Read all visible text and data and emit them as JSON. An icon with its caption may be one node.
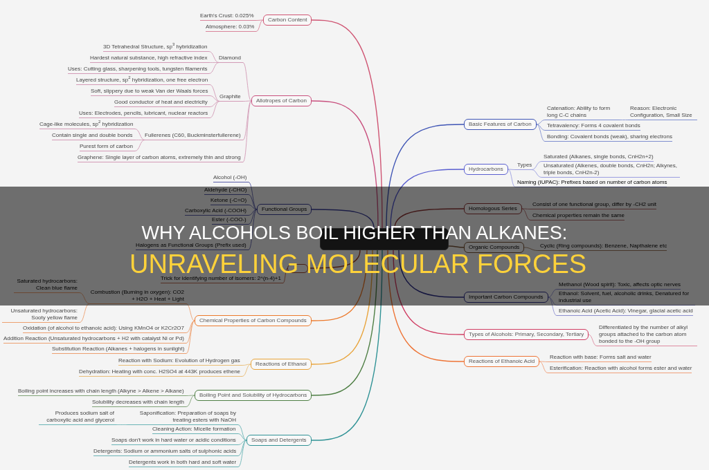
{
  "diagram": {
    "title": "WHY ALCOHOLS BOIL HIGHER THAN ALKANES:",
    "nodes": [
      {
        "text": [],
        "shape": "box"
      },
      {
        "text": [
          "Carbon Content"
        ]
      },
      {
        "text": [
          "Earth's Crust: 0.025%"
        ]
      },
      {
        "text": [
          "Atmosphere: 0.03%"
        ]
      },
      {
        "text": [
          "Allotropes of Carbon"
        ]
      },
      {
        "text": [
          "Diamond"
        ]
      },
      {
        "text": [
          "3D Tetrahedral Structure, sp$^{3}$ hybridization"
        ]
      },
      {
        "text": [
          "Hardest natural substance, high refractive index"
        ]
      },
      {
        "text": [
          "Uses: Cutting glass, sharpening tools, tungsten filaments"
        ]
      },
      {
        "text": [
          "Graphite"
        ]
      },
      {
        "text": [
          "Layered structure, sp$^{2}$ hybridization, one free electron"
        ]
      },
      {
        "text": [
          "Soft, slippery due to weak Van der Waals forces"
        ]
      },
      {
        "text": [
          "Good conductor of heat and electricity"
        ]
      },
      {
        "text": [
          "Uses: Electrodes, pencils, lubricant, nuclear reactors"
        ]
      },
      {
        "text": [
          "Fullerenes (C60, Buckminsterfullerene)"
        ]
      },
      {
        "text": [
          "Cage-like molecules, sp$^{2}$ hybridization"
        ]
      },
      {
        "text": [
          "Contain single and double bonds"
        ]
      },
      {
        "text": [
          "Purest form of carbon"
        ]
      },
      {
        "text": [
          "Graphene: Single layer of carbon atoms, extremely thin and strong"
        ]
      },
      {
        "text": [
          "Functional Groups"
        ]
      },
      {
        "text": [
          "Alcohol (-OH)"
        ]
      },
      {
        "text": [
          "Aldehyde (-CHO)"
        ]
      },
      {
        "text": [
          "Ketone (-C=O)"
        ]
      },
      {
        "text": [
          "Carboxylic Acid (-COOH)"
        ]
      },
      {
        "text": [
          "Ester (-COO-)"
        ]
      },
      {
        "text": [
          "Halogens as Functional Groups (Prefix used)"
        ]
      },
      {
        "text": [],
        "shape": "box"
      },
      {
        "text": [
          "Trick for identifying number of isomers: 2^(n-4)+1"
        ]
      },
      {
        "text": [
          "Chemical Properties of Carbon Compounds"
        ]
      },
      {
        "text": [
          "Combustion (Burning in oxygen): CO2 + H2O + Heat + Light"
        ]
      },
      {
        "text": [
          "Saturated hydrocarbons: Clean blue flame"
        ]
      },
      {
        "text": [
          "Unsaturated hydrocarbons: Sooty yellow flame"
        ]
      },
      {
        "text": [
          "Oxidation (of alcohol to ethanoic acid): Using KMnO4 or K2Cr2O7"
        ]
      },
      {
        "text": [
          "Addition Reaction (Unsaturated hydrocarbons + H2 with catalyst Ni or Pd)"
        ]
      },
      {
        "text": [
          "Substitution Reaction (Alkanes + halogens in sunlight)"
        ]
      },
      {
        "text": [
          "Reactions of Ethanol"
        ]
      },
      {
        "text": [
          "Reaction with Sodium: Evolution of Hydrogen gas"
        ]
      },
      {
        "text": [
          "Dehydration: Heating with conc. H2SO4 at 443K produces ethene"
        ]
      },
      {
        "text": [
          "Boiling Point and Solubility of Hydrocarbons"
        ]
      },
      {
        "text": [
          "Boiling point increases with chain length (Alkyne > Alkene > Alkane)"
        ]
      },
      {
        "text": [
          "Solubility decreases with chain length"
        ]
      },
      {
        "text": [
          "Soaps and Detergents"
        ]
      },
      {
        "text": [
          "Saponification: Preparation of soaps by treating esters with NaOH"
        ]
      },
      {
        "text": [
          "Produces sodium salt of carboxylic acid and glycerol"
        ]
      },
      {
        "text": [
          "Cleaning Action: Micelle formation"
        ]
      },
      {
        "text": [
          "Soaps don't work in hard water or acidic conditions"
        ]
      },
      {
        "text": [
          "Detergents: Sodium or ammonium salts of sulphonic acids"
        ]
      },
      {
        "text": [
          "Detergents work in both hard and soft water"
        ]
      },
      {
        "text": [
          "Basic Features of Carbon"
        ]
      },
      {
        "text": [
          "Catenation: Ability to form long C-C chains"
        ]
      },
      {
        "text": [
          "Reason: Electronic Configuration, Small Size"
        ]
      },
      {
        "text": [
          "Tetravalency: Forms 4 covalent bonds"
        ]
      },
      {
        "text": [
          "Bonding: Covalent bonds (weak), sharing electrons"
        ]
      },
      {
        "text": [
          "Hydrocarbons"
        ]
      },
      {
        "text": [
          "Types"
        ]
      },
      {
        "text": [
          "Saturated (Alkanes, single bonds, CnH2n+2)"
        ]
      },
      {
        "text": [
          "Unsaturated (Alkenes, double bonds, CnH2n; Alkynes, triple bonds, CnH2n-2)"
        ]
      },
      {
        "text": [
          "Naming (IUPAC): Prefixes based on number of carbon atoms"
        ]
      },
      {
        "text": [
          "Homologous Series"
        ]
      },
      {
        "text": [
          "Consist of one functional group, differ by -CH2 unit"
        ]
      },
      {
        "text": [
          "Chemical properties remain the same"
        ]
      },
      {
        "text": [
          "Organic Compounds"
        ]
      },
      {
        "text": [
          "Cyclic (Ring compounds): Benzene, Napthalene etc"
        ]
      },
      {
        "text": [
          "Important Carbon Compounds"
        ]
      },
      {
        "text": [
          "Methanol (Wood spirit): Toxic, affects optic nerves"
        ]
      },
      {
        "text": [
          "Ethanol: Solvent, fuel, alcoholic drinks, Denatured for industrial use"
        ]
      },
      {
        "text": [
          "Ethanoic Acid (Acetic Acid): Vinegar, glacial acetic acid"
        ]
      },
      {
        "text": [
          "Types of Alcohols: Primary, Secondary, Tertiary"
        ]
      },
      {
        "text": [
          "Differentiated by the number of alkyl groups attached to the carbon atom bonded to the -OH group"
        ]
      },
      {
        "text": [
          "Reactions of Ethanoic Acid"
        ]
      },
      {
        "text": [
          "Reaction with base: Forms salt and water"
        ]
      },
      {
        "text": [
          "Esterification: Reaction with alcohol forms ester and water"
        ]
      }
    ],
    "edges": [
      {
        "from": 0,
        "to": 1,
        "arrow": "none",
        "color": "#cf5573"
      },
      {
        "from": 1,
        "to": 2,
        "arrow": "none",
        "color": "#d9849a"
      },
      {
        "from": 1,
        "to": 3,
        "arrow": "none",
        "color": "#d9849a"
      },
      {
        "from": 0,
        "to": 4,
        "arrow": "none",
        "color": "#c8507e"
      },
      {
        "from": 4,
        "to": 5,
        "arrow": "none",
        "color": "#d39ab6"
      },
      {
        "from": 5,
        "to": 6,
        "arrow": "none",
        "color": "#d39ab6"
      },
      {
        "from": 5,
        "to": 7,
        "arrow": "none",
        "color": "#d39ab6"
      },
      {
        "from": 5,
        "to": 8,
        "arrow": "none",
        "color": "#d39ab6"
      },
      {
        "from": 4,
        "to": 9,
        "arrow": "none",
        "color": "#d39ab6"
      },
      {
        "from": 9,
        "to": 10,
        "arrow": "none",
        "color": "#d39ab6"
      },
      {
        "from": 9,
        "to": 11,
        "arrow": "none",
        "color": "#d39ab6"
      },
      {
        "from": 9,
        "to": 12,
        "arrow": "none",
        "color": "#d39ab6"
      },
      {
        "from": 9,
        "to": 13,
        "arrow": "none",
        "color": "#d39ab6"
      },
      {
        "from": 4,
        "to": 14,
        "arrow": "none",
        "color": "#d39ab6"
      },
      {
        "from": 14,
        "to": 15,
        "arrow": "none",
        "color": "#d39ab6"
      },
      {
        "from": 14,
        "to": 16,
        "arrow": "none",
        "color": "#d39ab6"
      },
      {
        "from": 14,
        "to": 17,
        "arrow": "none",
        "color": "#d39ab6"
      },
      {
        "from": 4,
        "to": 18,
        "arrow": "none",
        "color": "#d39ab6"
      },
      {
        "from": 0,
        "to": 19,
        "arrow": "none",
        "color": "#3b3f99"
      },
      {
        "from": 19,
        "to": 20,
        "arrow": "none",
        "color": "#5a5ea8"
      },
      {
        "from": 19,
        "to": 21,
        "arrow": "none",
        "color": "#5a5ea8"
      },
      {
        "from": 19,
        "to": 22,
        "arrow": "none",
        "color": "#5a5ea8"
      },
      {
        "from": 19,
        "to": 23,
        "arrow": "none",
        "color": "#5a5ea8"
      },
      {
        "from": 19,
        "to": 24,
        "arrow": "none",
        "color": "#5a5ea8"
      },
      {
        "from": 19,
        "to": 25,
        "arrow": "none",
        "color": "#5a5ea8"
      },
      {
        "from": 0,
        "to": 26,
        "arrow": "none",
        "color": "#a3472e"
      },
      {
        "from": 26,
        "to": 27,
        "arrow": "none",
        "color": "#b8694f"
      },
      {
        "from": 0,
        "to": 28,
        "arrow": "none",
        "color": "#ec7a2c"
      },
      {
        "from": 28,
        "to": 29,
        "arrow": "none",
        "color": "#eda070"
      },
      {
        "from": 29,
        "to": 30,
        "arrow": "none",
        "color": "#eda070"
      },
      {
        "from": 29,
        "to": 31,
        "arrow": "none",
        "color": "#eda070"
      },
      {
        "from": 28,
        "to": 32,
        "arrow": "none",
        "color": "#eda070"
      },
      {
        "from": 28,
        "to": 33,
        "arrow": "none",
        "color": "#eda070"
      },
      {
        "from": 28,
        "to": 34,
        "arrow": "none",
        "color": "#eda070"
      },
      {
        "from": 0,
        "to": 35,
        "arrow": "none",
        "color": "#e8a33a"
      },
      {
        "from": 35,
        "to": 36,
        "arrow": "none",
        "color": "#e9bd76"
      },
      {
        "from": 35,
        "to": 37,
        "arrow": "none",
        "color": "#e9bd76"
      },
      {
        "from": 0,
        "to": 38,
        "arrow": "none",
        "color": "#4f7f45"
      },
      {
        "from": 38,
        "to": 39,
        "arrow": "none",
        "color": "#7fa276"
      },
      {
        "from": 38,
        "to": 40,
        "arrow": "none",
        "color": "#7fa276"
      },
      {
        "from": 0,
        "to": 41,
        "arrow": "none",
        "color": "#2f9295"
      },
      {
        "from": 41,
        "to": 42,
        "arrow": "none",
        "color": "#6ab4b6"
      },
      {
        "from": 42,
        "to": 43,
        "arrow": "none",
        "color": "#6ab4b6"
      },
      {
        "from": 41,
        "to": 44,
        "arrow": "none",
        "color": "#6ab4b6"
      },
      {
        "from": 41,
        "to": 45,
        "arrow": "none",
        "color": "#6ab4b6"
      },
      {
        "from": 41,
        "to": 46,
        "arrow": "none",
        "color": "#6ab4b6"
      },
      {
        "from": 41,
        "to": 47,
        "arrow": "none",
        "color": "#6ab4b6"
      },
      {
        "from": 0,
        "to": 48,
        "arrow": "none",
        "color": "#3f55b5"
      },
      {
        "from": 48,
        "to": 49,
        "arrow": "none",
        "color": "#7f8fcf"
      },
      {
        "from": 49,
        "to": 50,
        "arrow": "none",
        "color": "#7f8fcf"
      },
      {
        "from": 48,
        "to": 51,
        "arrow": "none",
        "color": "#7f8fcf"
      },
      {
        "from": 48,
        "to": 52,
        "arrow": "none",
        "color": "#7f8fcf"
      },
      {
        "from": 0,
        "to": 53,
        "arrow": "none",
        "color": "#5a5fd0"
      },
      {
        "from": 53,
        "to": 54,
        "arrow": "none",
        "color": "#9a9de0"
      },
      {
        "from": 54,
        "to": 55,
        "arrow": "none",
        "color": "#9a9de0"
      },
      {
        "from": 54,
        "to": 56,
        "arrow": "none",
        "color": "#9a9de0"
      },
      {
        "from": 53,
        "to": 57,
        "arrow": "none",
        "color": "#9a9de0"
      },
      {
        "from": 0,
        "to": 58,
        "arrow": "none",
        "color": "#8f3636"
      },
      {
        "from": 58,
        "to": 59,
        "arrow": "none",
        "color": "#b06a6a"
      },
      {
        "from": 58,
        "to": 60,
        "arrow": "none",
        "color": "#b06a6a"
      },
      {
        "from": 0,
        "to": 61,
        "arrow": "none",
        "color": "#7a5538"
      },
      {
        "from": 61,
        "to": 62,
        "arrow": "none",
        "color": "#9c7a60"
      },
      {
        "from": 0,
        "to": 63,
        "arrow": "none",
        "color": "#2e2f8a"
      },
      {
        "from": 63,
        "to": 64,
        "arrow": "none",
        "color": "#8d8fd0"
      },
      {
        "from": 63,
        "to": 65,
        "arrow": "none",
        "color": "#8d8fd0"
      },
      {
        "from": 63,
        "to": 66,
        "arrow": "none",
        "color": "#8d8fd0"
      },
      {
        "from": 0,
        "to": 67,
        "arrow": "none",
        "color": "#d03c62"
      },
      {
        "from": 67,
        "to": 68,
        "arrow": "none",
        "color": "#de8aa0"
      },
      {
        "from": 0,
        "to": 69,
        "arrow": "none",
        "color": "#ee7436"
      },
      {
        "from": 69,
        "to": 70,
        "arrow": "none",
        "color": "#f0a07a"
      },
      {
        "from": 69,
        "to": 71,
        "arrow": "none",
        "color": "#f0a07a"
      }
    ],
    "labels": [
      "UNRAVELING MOLECULAR FORCES"
    ]
  }
}
